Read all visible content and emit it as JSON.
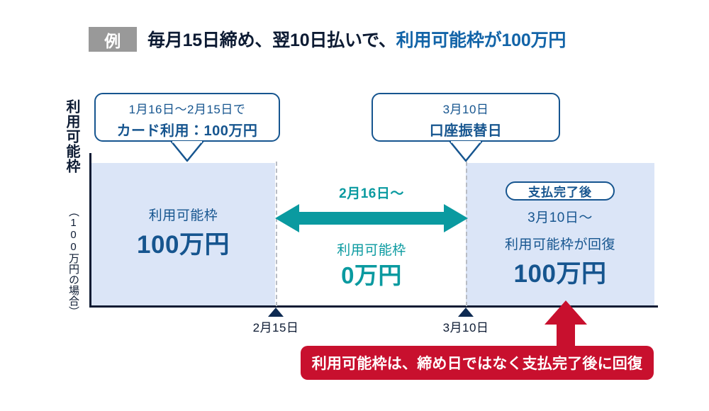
{
  "header": {
    "badge": "例",
    "title_plain_1": "毎月15日締め、翌10日払いで、",
    "title_accent": "利用可能枠が100万円"
  },
  "axis": {
    "y_label_main": "利用可能枠",
    "y_label_sub": "（100万円の場合）",
    "ticks": [
      {
        "label": "2月15日"
      },
      {
        "label": "3月10日"
      }
    ]
  },
  "callouts": {
    "left": {
      "line1": "1月16日〜2月15日で",
      "line2": "カード利用：100万円"
    },
    "right": {
      "line1": "3月10日",
      "line2": "口座振替日"
    }
  },
  "periods": {
    "before": {
      "sub_label": "利用可能枠",
      "amount": "100万円"
    },
    "middle": {
      "date_label": "2月16日〜",
      "sub_label": "利用可能枠",
      "amount": "0万円"
    },
    "after": {
      "pill_label": "支払完了後",
      "date_label": "3月10日〜",
      "sub_label": "利用可能枠が回復",
      "amount": "100万円"
    }
  },
  "note": {
    "banner_text": "利用可能枠は、締め日ではなく支払完了後に回復"
  },
  "colors": {
    "navy": "#0d1b33",
    "blue": "#16558f",
    "block_fill": "#dbe5f7",
    "teal": "#0a9aa0",
    "red": "#c8102e",
    "badge_gray": "#999999"
  }
}
